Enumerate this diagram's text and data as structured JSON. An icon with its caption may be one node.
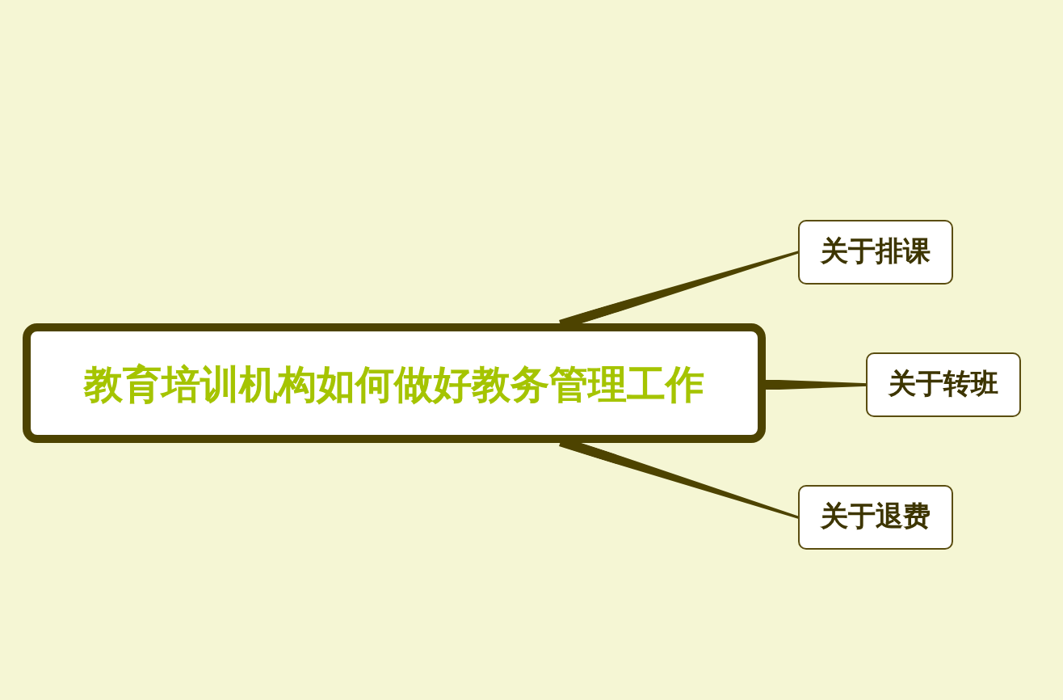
{
  "diagram": {
    "nodes": [
      {
        "text": [
          "教育培训机构如何做好教务管理工作"
        ]
      },
      {
        "text": [
          "关于排课"
        ]
      },
      {
        "text": [
          "关于转班"
        ]
      },
      {
        "text": [
          "关于退费"
        ]
      }
    ],
    "edges": [
      {
        "from": 0,
        "to": 1,
        "arrow": "none"
      },
      {
        "from": 0,
        "to": 2,
        "arrow": "none"
      },
      {
        "from": 0,
        "to": 3,
        "arrow": "none"
      }
    ]
  }
}
